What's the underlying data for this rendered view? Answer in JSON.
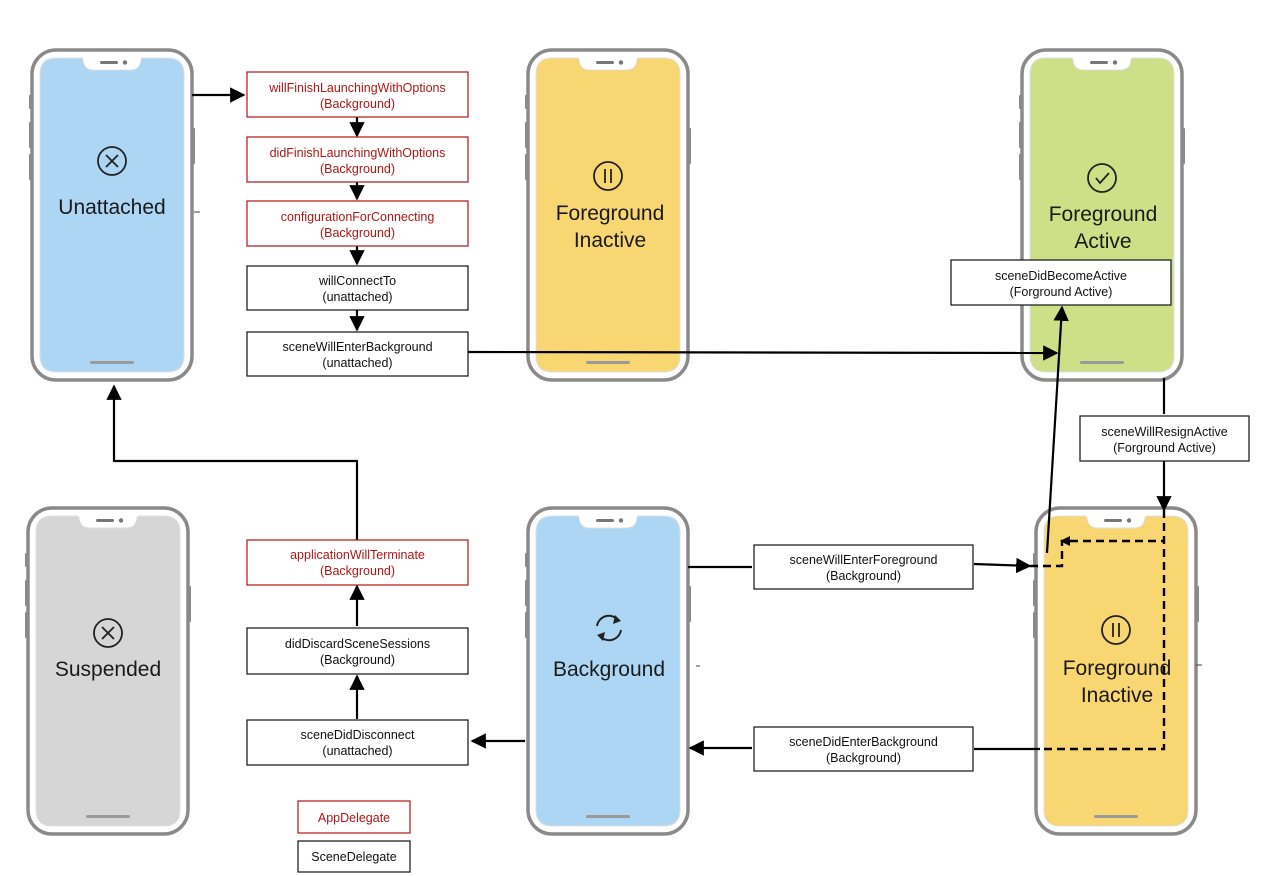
{
  "colors": {
    "appdelegate": "#b01616",
    "scenedelegate": "#111111",
    "blue": "#add6f5",
    "yellow": "#f8d672",
    "green": "#cee087",
    "gray": "#d6d6d6",
    "frame": "#8a8a8a"
  },
  "states": {
    "unattached_top": {
      "lines": [
        "Unattached"
      ],
      "icon": "x-circle-icon",
      "color": "blue"
    },
    "fg_inactive_top": {
      "lines": [
        "Foreground",
        "Inactive"
      ],
      "icon": "pause-circle-icon",
      "color": "yellow"
    },
    "fg_active": {
      "lines": [
        "Foreground",
        "Active"
      ],
      "icon": "check-circle-icon",
      "color": "green"
    },
    "suspended": {
      "lines": [
        "Suspended"
      ],
      "icon": "x-circle-icon",
      "color": "gray"
    },
    "background": {
      "lines": [
        "Background"
      ],
      "icon": "refresh-arrows-icon",
      "color": "blue"
    },
    "fg_inactive_bottom": {
      "lines": [
        "Foreground",
        "Inactive"
      ],
      "icon": "pause-circle-icon",
      "color": "yellow"
    }
  },
  "callbacks": {
    "will_finish": {
      "lines": [
        "willFinishLaunchingWithOptions",
        "(Background)"
      ],
      "kind": "app"
    },
    "did_finish": {
      "lines": [
        "didFinishLaunchingWithOptions",
        "(Background)"
      ],
      "kind": "app"
    },
    "config_connecting": {
      "lines": [
        "configurationForConnecting",
        "(Background)"
      ],
      "kind": "app"
    },
    "will_connect": {
      "lines": [
        "willConnectTo",
        "(unattached)"
      ],
      "kind": "scene"
    },
    "will_enter_bg": {
      "lines": [
        "sceneWillEnterBackground",
        "(unattached)"
      ],
      "kind": "scene"
    },
    "did_become_active": {
      "lines": [
        "sceneDidBecomeActive",
        "(Forground Active)"
      ],
      "kind": "scene"
    },
    "will_resign_active": {
      "lines": [
        "sceneWillResignActive",
        "(Forground Active)"
      ],
      "kind": "scene"
    },
    "app_will_terminate": {
      "lines": [
        "applicationWillTerminate",
        "(Background)"
      ],
      "kind": "app"
    },
    "did_discard": {
      "lines": [
        "didDiscardSceneSessions",
        "(Background)"
      ],
      "kind": "scene"
    },
    "did_disconnect": {
      "lines": [
        "sceneDidDisconnect",
        "(unattached)"
      ],
      "kind": "scene"
    },
    "will_enter_fg": {
      "lines": [
        "sceneWillEnterForeground",
        "(Background)"
      ],
      "kind": "scene"
    },
    "did_enter_bg": {
      "lines": [
        "sceneDidEnterBackground",
        "(Background)"
      ],
      "kind": "scene"
    }
  },
  "legend": {
    "app": "AppDelegate",
    "scene": "SceneDelegate"
  }
}
